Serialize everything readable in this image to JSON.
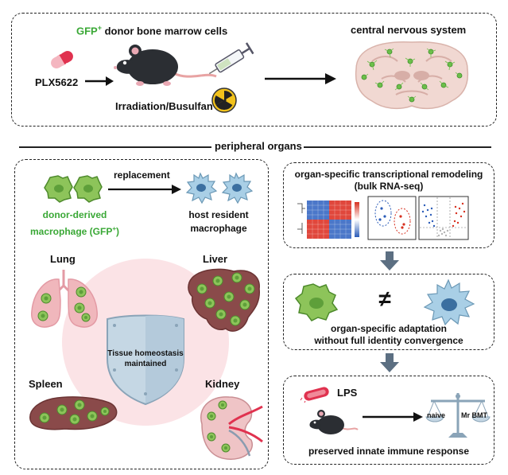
{
  "top_panel": {
    "drug_label": "PLX5622",
    "donor_prefix": "GFP",
    "donor_sup": "+",
    "donor_suffix": " donor bone marrow cells",
    "conditioning_label": "Irradiation/Busulfan",
    "target_label": "central nervous system"
  },
  "divider": {
    "label": "peripheral organs"
  },
  "left_panel": {
    "replacement_label": "replacement",
    "donor_line1": "donor-derived",
    "donor_line2_prefix": "macrophage (GFP",
    "donor_line2_sup": "+",
    "donor_line2_suffix": ")",
    "host_line1": "host resident",
    "host_line2": "macrophage",
    "organs": {
      "lung": "Lung",
      "liver": "Liver",
      "spleen": "Spleen",
      "kidney": "Kidney"
    },
    "shield_line1": "Tissue homeostasis",
    "shield_line2": "maintained"
  },
  "right_panel": {
    "rnaseq_line1": "organ-specific transcriptional remodeling",
    "rnaseq_line2": "(bulk RNA-seq)",
    "not_equal_symbol": "≠",
    "adaptation_line1": "organ-specific adaptation",
    "adaptation_line2": "without full identity convergence",
    "lps_label": "LPS",
    "scale_left": "naive",
    "scale_right": "Mr BMT",
    "immune_label": "preserved innate immune response"
  },
  "colors": {
    "gfp_green": "#3aa836",
    "cell_green": "#8dc45a",
    "host_blue": "#a9cfe6",
    "organ_pink": "#f0b7bc",
    "liver_brown": "#8a4a4a",
    "shield_blue": "#c5d7e4",
    "arrow_grey": "#5c6f82"
  },
  "icons": [
    "pill-icon",
    "mouse-icon",
    "syringe-icon",
    "radiation-icon",
    "brain-icon",
    "macrophage-icon",
    "heatmap-icon",
    "pca-plot-icon",
    "volcano-plot-icon",
    "bacteria-icon",
    "balance-scale-icon",
    "shield-icon"
  ]
}
